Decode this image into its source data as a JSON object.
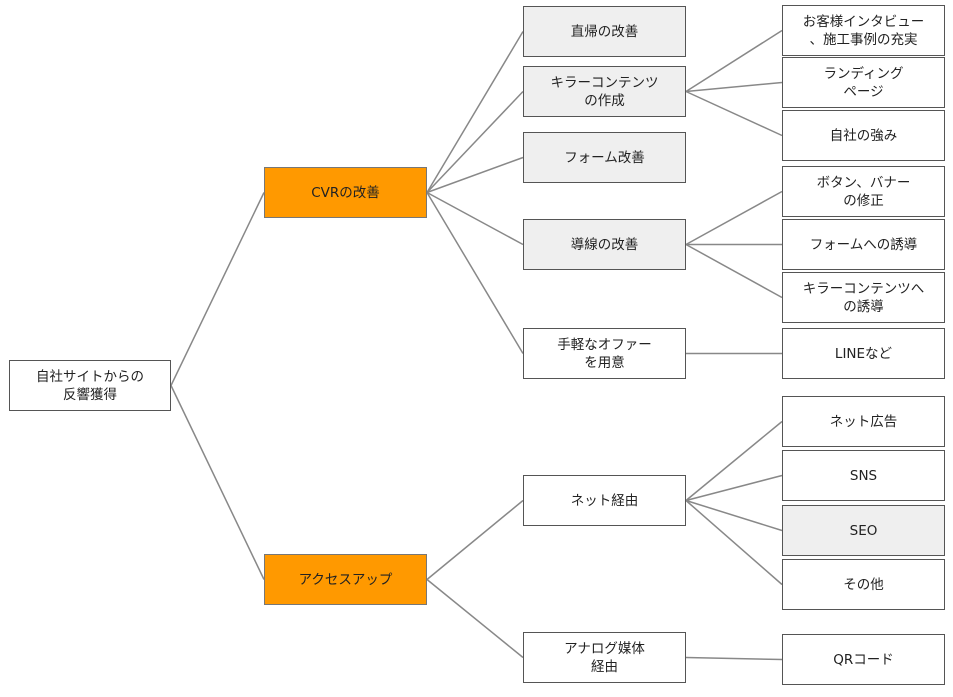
{
  "colors": {
    "accent": "#ff9900",
    "gray_fill": "#efefef",
    "white_fill": "#ffffff",
    "border": "#555555",
    "edge": "#888888"
  },
  "tree": {
    "root": {
      "label": "自社サイトからの\n反響獲得"
    },
    "branches": [
      {
        "label": "CVRの改善",
        "children": [
          {
            "label": "直帰の改善",
            "children": []
          },
          {
            "label": "キラーコンテンツ\nの作成",
            "children": [
              {
                "label": "お客様インタビュー\n、施工事例の充実"
              },
              {
                "label": "ランディング\nページ"
              },
              {
                "label": "自社の強み"
              }
            ]
          },
          {
            "label": "フォーム改善",
            "children": []
          },
          {
            "label": "導線の改善",
            "children": [
              {
                "label": "ボタン、バナー\nの修正"
              },
              {
                "label": "フォームへの誘導"
              },
              {
                "label": "キラーコンテンツへ\nの誘導"
              }
            ]
          },
          {
            "label": "手軽なオファー\nを用意",
            "children": [
              {
                "label": "LINEなど"
              }
            ]
          }
        ]
      },
      {
        "label": "アクセスアップ",
        "children": [
          {
            "label": "ネット経由",
            "children": [
              {
                "label": "ネット広告"
              },
              {
                "label": "SNS"
              },
              {
                "label": "SEO"
              },
              {
                "label": "その他"
              }
            ]
          },
          {
            "label": "アナログ媒体\n経由",
            "children": [
              {
                "label": "QRコード"
              }
            ]
          }
        ]
      }
    ]
  }
}
